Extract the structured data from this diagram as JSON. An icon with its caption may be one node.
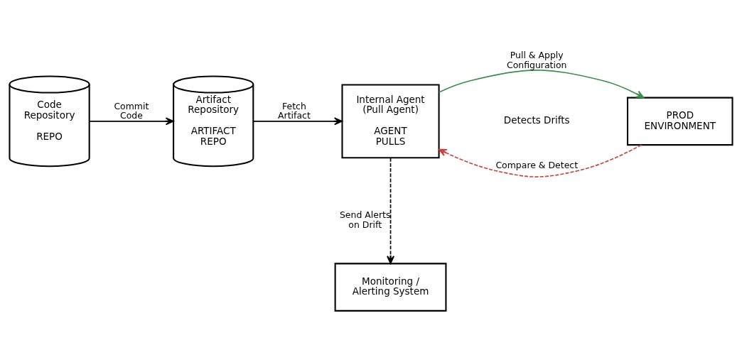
{
  "diagram": {
    "nodes": [
      {
        "text": [
          "Code Repository",
          "REPO"
        ]
      },
      {
        "text": [
          "Artifact Repository",
          "ARTIFACT REPO"
        ]
      },
      {
        "text": [
          "Internal Agent (Pull Agent)",
          "AGENT PULLS"
        ]
      },
      {
        "text": [
          "PROD ENVIRONMENT"
        ]
      },
      {
        "text": [
          "Monitoring / Alerting System"
        ]
      }
    ],
    "edges": [
      {
        "from": 0,
        "to": 1,
        "arrow": "to",
        "label": "Commit Code"
      },
      {
        "from": 1,
        "to": 2,
        "arrow": "to",
        "label": "Fetch Artifact"
      },
      {
        "from": 2,
        "to": 3,
        "arrow": "to",
        "label": "Pull & Apply Configuration",
        "color": "#3a8f4a"
      },
      {
        "from": 3,
        "to": 2,
        "arrow": "to",
        "label": "Compare & Detect",
        "style": "dashed",
        "color": "#c8453f"
      },
      {
        "from": 2,
        "to": 4,
        "arrow": "to",
        "label": "Send Alerts on Drift",
        "style": "dashed"
      }
    ],
    "labels": [
      "Detects Drifts"
    ]
  }
}
